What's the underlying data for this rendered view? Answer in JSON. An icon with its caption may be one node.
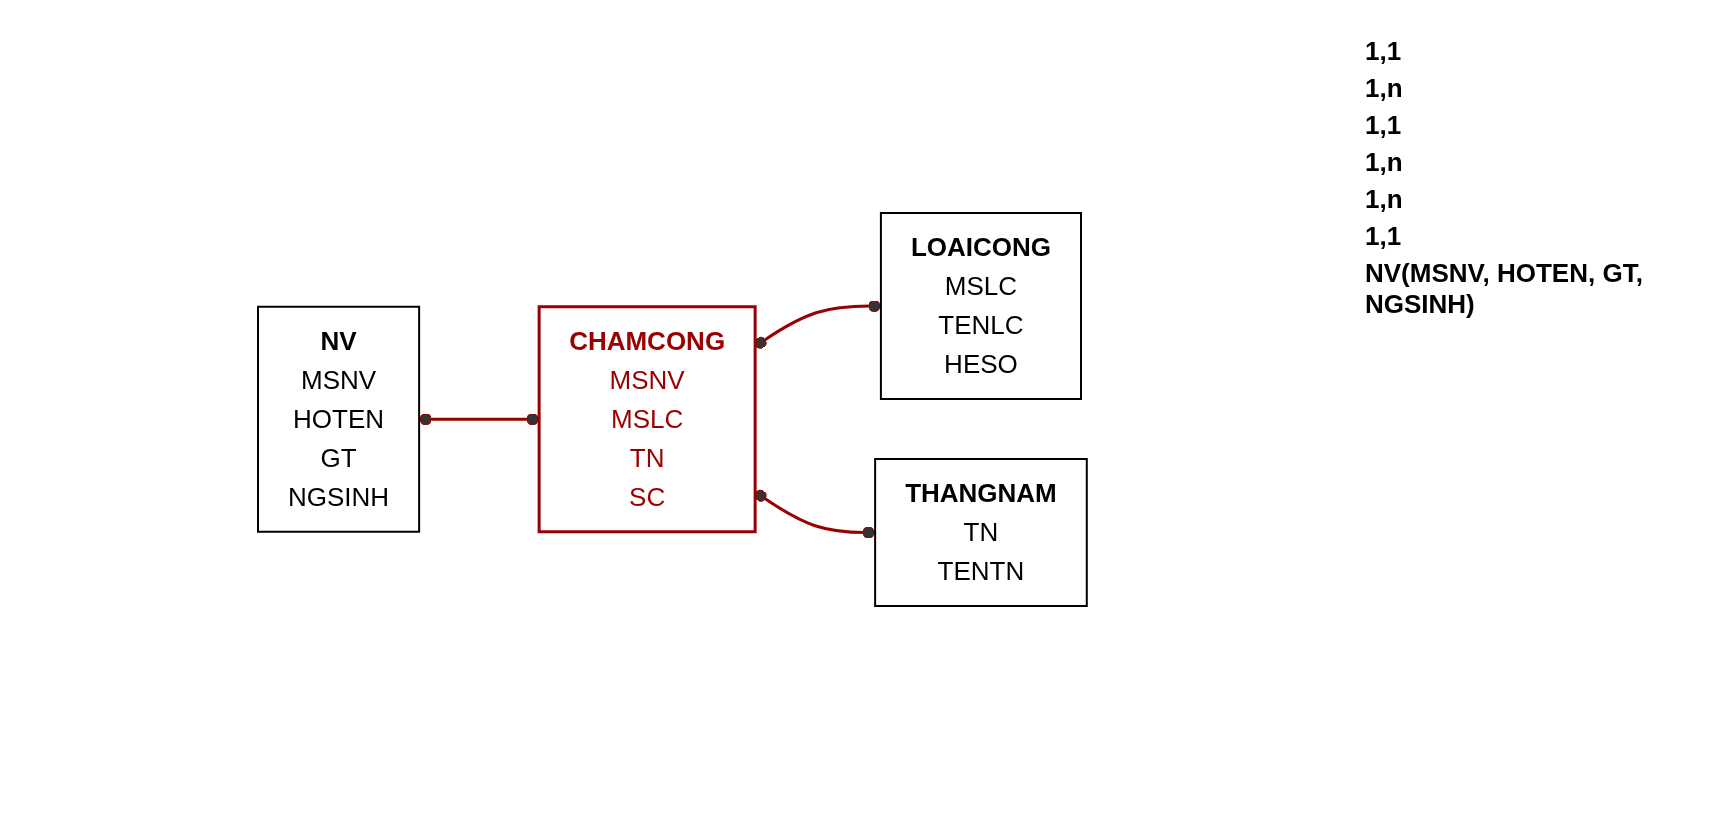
{
  "diagram": {
    "nodes": [
      {
        "text": [
          "NV",
          "MSNV",
          "HOTEN",
          "GT",
          "NGSINH"
        ]
      },
      {
        "text": [
          "CHAMCONG",
          "MSNV",
          "MSLC",
          "TN",
          "SC"
        ]
      },
      {
        "text": [
          "LOAICONG",
          "MSLC",
          "TENLC",
          "HESO"
        ]
      },
      {
        "text": [
          "THANGNAM",
          "TN",
          "TENTN"
        ]
      }
    ],
    "edges": [
      {
        "from": 0,
        "to": 1,
        "arrow": "other"
      },
      {
        "from": 1,
        "to": 2,
        "arrow": "other"
      },
      {
        "from": 1,
        "to": 3,
        "arrow": "other"
      }
    ],
    "labels": [
      "1,1",
      "1,n",
      "1,1",
      "1,n",
      "1,n",
      "1,1",
      "NV(MSNV, HOTEN, GT, NGSINH)"
    ]
  }
}
